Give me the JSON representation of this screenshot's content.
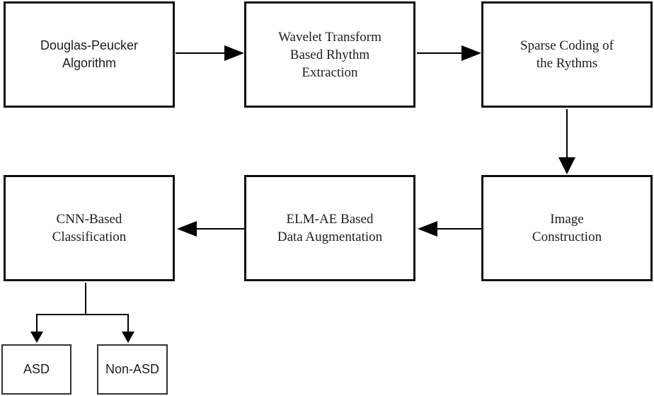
{
  "diagram": {
    "type": "flowchart",
    "colors": {
      "stroke": "#000000",
      "text": "#1d1d1d",
      "background": "#ffffff"
    },
    "nodes": {
      "douglas": {
        "label": "Douglas-Peucker\nAlgorithm"
      },
      "wavelet": {
        "label": "Wavelet Transform\nBased Rhythm\nExtraction"
      },
      "sparse": {
        "label": "Sparse Coding of\nthe Rythms"
      },
      "image": {
        "label": "Image\nConstruction"
      },
      "elmae": {
        "label": "ELM-AE Based\nData Augmentation"
      },
      "cnn": {
        "label": "CNN-Based\nClassification"
      },
      "asd": {
        "label": "ASD"
      },
      "nonasd": {
        "label": "Non-ASD"
      }
    },
    "edges": [
      {
        "from": "Douglas-Peucker Algorithm",
        "to": "Wavelet Transform Based Rhythm Extraction",
        "direction": "right"
      },
      {
        "from": "Wavelet Transform Based Rhythm Extraction",
        "to": "Sparse Coding of the Rythms",
        "direction": "right"
      },
      {
        "from": "Sparse Coding of the Rythms",
        "to": "Image Construction",
        "direction": "down"
      },
      {
        "from": "Image Construction",
        "to": "ELM-AE Based Data Augmentation",
        "direction": "left"
      },
      {
        "from": "ELM-AE Based Data Augmentation",
        "to": "CNN-Based Classification",
        "direction": "left"
      },
      {
        "from": "CNN-Based Classification",
        "to": "ASD",
        "direction": "down"
      },
      {
        "from": "CNN-Based Classification",
        "to": "Non-ASD",
        "direction": "down"
      }
    ]
  }
}
